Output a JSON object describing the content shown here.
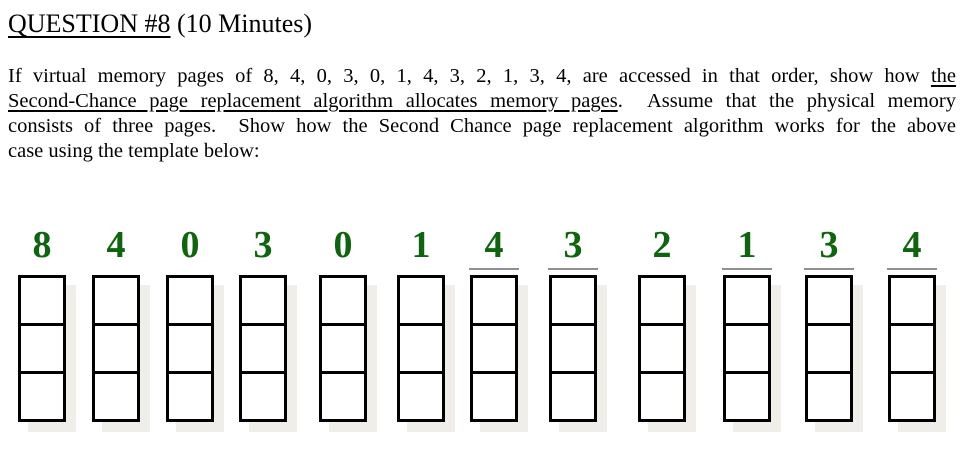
{
  "title": {
    "underlined_part": "QUESTION #8",
    "rest_part": " (10 Minutes)"
  },
  "paragraph": {
    "line1_text": "If virtual memory pages of 8, 4, 0, 3, 0, 1, 4, 3, 2, 1, 3, 4, are accessed in that order, show how ",
    "line1_underlined": "the",
    "line2_underlined": "Second-Chance page replacement algorithm allocates memory pages",
    "line2_text": ".  Assume that the physical memory",
    "line3": "consists of three pages.  Show how the Second Chance page replacement algorithm works for the above",
    "line4": "case using the template below:"
  },
  "colors": {
    "number_green": "#0e650e",
    "box_border": "#000000",
    "box_shadow": "#f0eee8",
    "answer_line_gray": "#909090"
  },
  "frames_per_column": 3,
  "sequence": [
    {
      "value": "8",
      "underlined": false
    },
    {
      "value": "4",
      "underlined": false
    },
    {
      "value": "0",
      "underlined": false
    },
    {
      "value": "3",
      "underlined": false
    },
    {
      "value": "0",
      "underlined": false
    },
    {
      "value": "1",
      "underlined": false
    },
    {
      "value": "4",
      "underlined": true
    },
    {
      "value": "3",
      "underlined": true
    },
    {
      "value": "2",
      "underlined": false
    },
    {
      "value": "1",
      "underlined": true
    },
    {
      "value": "3",
      "underlined": true
    },
    {
      "value": "4",
      "underlined": true
    }
  ]
}
